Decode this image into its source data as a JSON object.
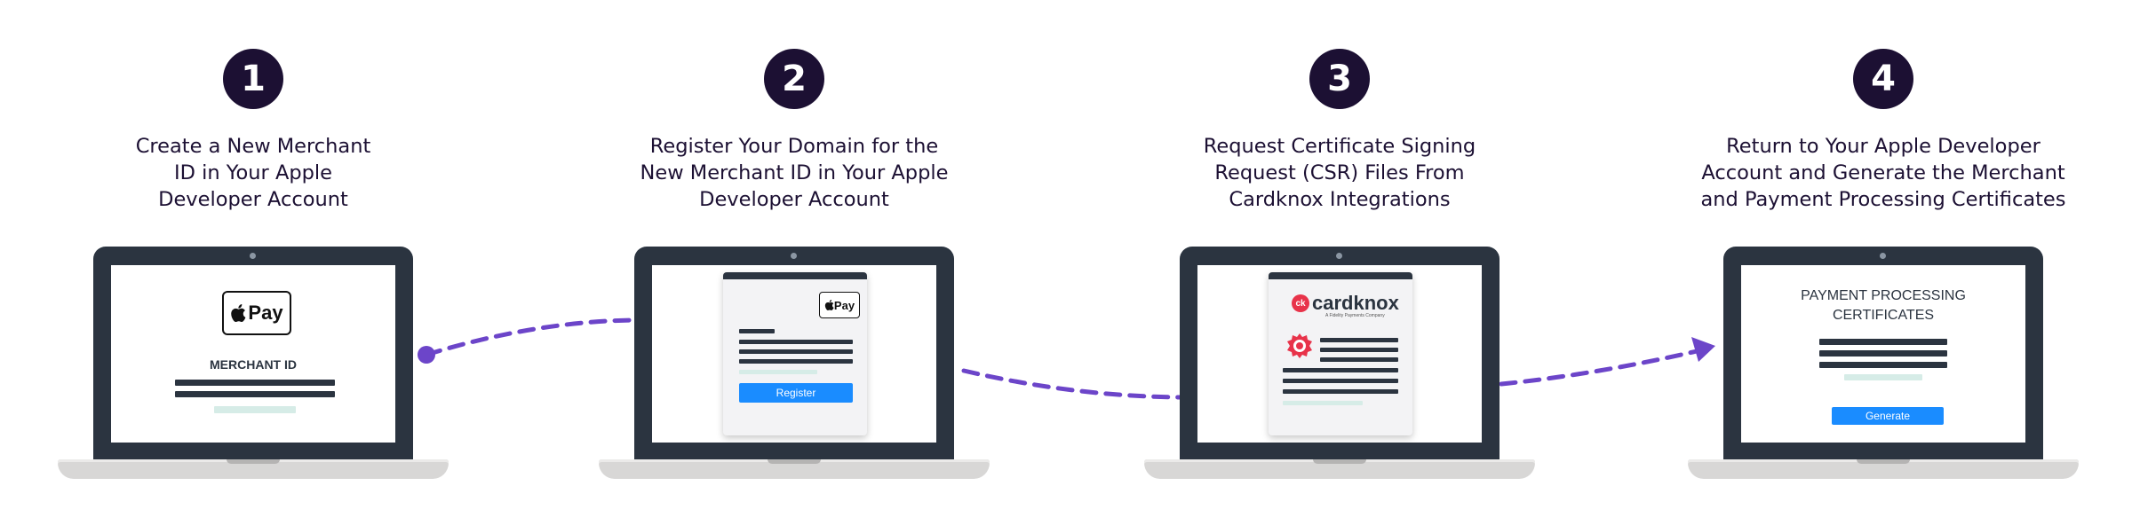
{
  "steps": [
    {
      "number": "1",
      "title_lines": [
        "Create a New Merchant",
        "ID in Your Apple",
        "Developer Account"
      ],
      "screen": {
        "apple_pay_label": "Pay",
        "label": "MERCHANT ID"
      }
    },
    {
      "number": "2",
      "title_lines": [
        "Register Your Domain for the",
        "New Merchant ID in Your Apple",
        "Developer Account"
      ],
      "screen": {
        "apple_pay_label": "Pay",
        "button_label": "Register"
      }
    },
    {
      "number": "3",
      "title_lines": [
        "Request Certificate Signing",
        "Request (CSR) Files From",
        "Cardknox Integrations"
      ],
      "screen": {
        "logo_text": "cardknox",
        "logo_mark": "ck",
        "logo_subtitle": "A Fidelity Payments Company"
      }
    },
    {
      "number": "4",
      "title_lines": [
        "Return to Your Apple Developer",
        "Account and Generate the Merchant",
        "and Payment Processing Certificates"
      ],
      "screen": {
        "label_lines": [
          "PAYMENT PROCESSING",
          "CERTIFICATES"
        ],
        "button_label": "Generate"
      }
    }
  ],
  "colors": {
    "badge": "#1c1033",
    "title_text": "#1c1033",
    "connector": "#6c45c9",
    "button": "#1a8cff",
    "laptop_frame": "#2b3440",
    "seal": "#e8334a"
  },
  "icons": [
    "apple-icon",
    "cardknox-logo-icon",
    "certificate-seal-icon",
    "arrow-head-icon"
  ]
}
